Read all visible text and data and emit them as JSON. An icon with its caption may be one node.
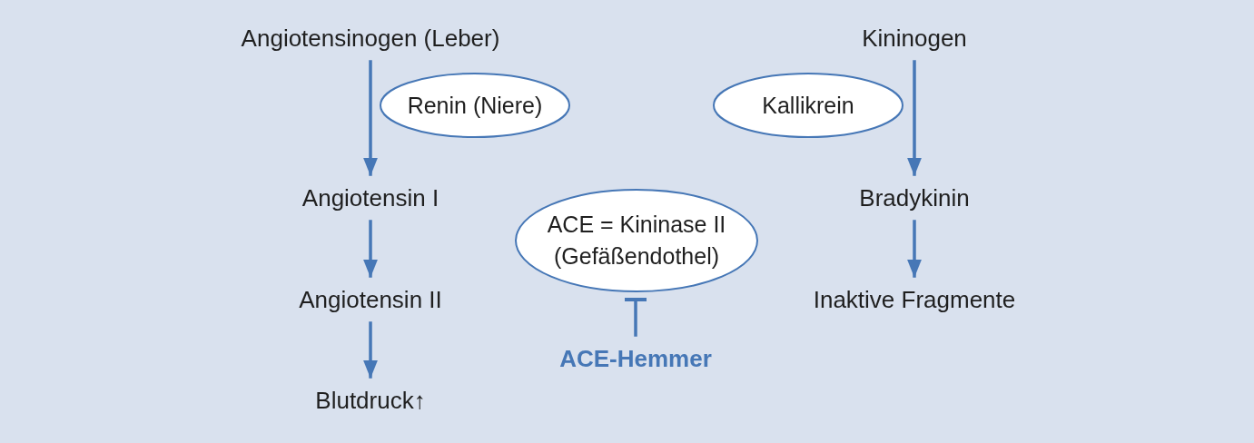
{
  "diagram": {
    "nodes": [
      {
        "text": [
          "Angiotensinogen (Leber)"
        ]
      },
      {
        "text": [
          "Renin (Niere)"
        ]
      },
      {
        "text": [
          "Angiotensin I"
        ]
      },
      {
        "text": [
          "Angiotensin II"
        ]
      },
      {
        "text": [
          "Blutdruck↑"
        ]
      },
      {
        "text": [
          "Kininogen"
        ]
      },
      {
        "text": [
          "Kallikrein"
        ]
      },
      {
        "text": [
          "Bradykinin"
        ]
      },
      {
        "text": [
          "Inaktive Fragmente"
        ]
      },
      {
        "text": [
          "ACE = Kininase II",
          "(Gefäßendothel)"
        ]
      },
      {
        "text": [
          "ACE-Hemmer"
        ]
      }
    ],
    "edges": [
      {
        "from": 0,
        "to": 2,
        "arrow": "to"
      },
      {
        "from": 2,
        "to": 3,
        "arrow": "to"
      },
      {
        "from": 3,
        "to": 4,
        "arrow": "to"
      },
      {
        "from": 5,
        "to": 7,
        "arrow": "to"
      },
      {
        "from": 7,
        "to": 8,
        "arrow": "to"
      },
      {
        "from": 10,
        "to": 9,
        "arrow": "other"
      }
    ]
  }
}
